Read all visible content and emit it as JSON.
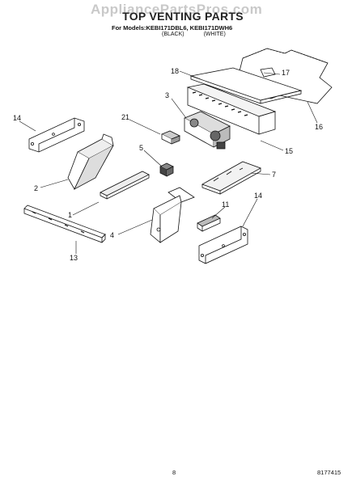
{
  "watermark": "AppliancePartsPros.com",
  "header": {
    "title": "TOP VENTING PARTS",
    "models": "For Models:KEBI171DBL6, KEBI171DWH6",
    "variants": [
      "(BLACK)",
      "(WHITE)"
    ]
  },
  "callouts": [
    "18",
    "17",
    "3",
    "16",
    "14",
    "21",
    "15",
    "5",
    "2",
    "7",
    "1",
    "11",
    "14",
    "4",
    "13"
  ],
  "footer": {
    "page": "8",
    "part_number": "8177415"
  }
}
